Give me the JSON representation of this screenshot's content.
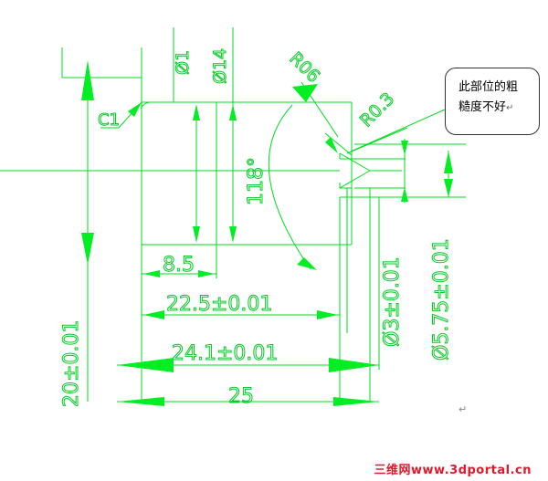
{
  "callout": {
    "line1": "此部位的粗",
    "line2": "糙度不好",
    "mark": "↵"
  },
  "dimensions": {
    "d20": "20±0.01",
    "d8_5": "8.5",
    "d22_5": "22.5±0.01",
    "d24_1": "24.1±0.01",
    "d25": "25",
    "d3": "Ø3±0.01",
    "d5_75": "Ø5.75±0.01",
    "c1": "C1",
    "r0_3": "R0.3",
    "r06": "R06",
    "angle": "118°",
    "dia_a": "Ø1",
    "dia_b": "Ø14"
  },
  "paragraph_mark": "↵",
  "footer": "三维网www.3dportal.cn",
  "colors": {
    "drawing": "#00dd22",
    "footer": "#e0192a"
  }
}
